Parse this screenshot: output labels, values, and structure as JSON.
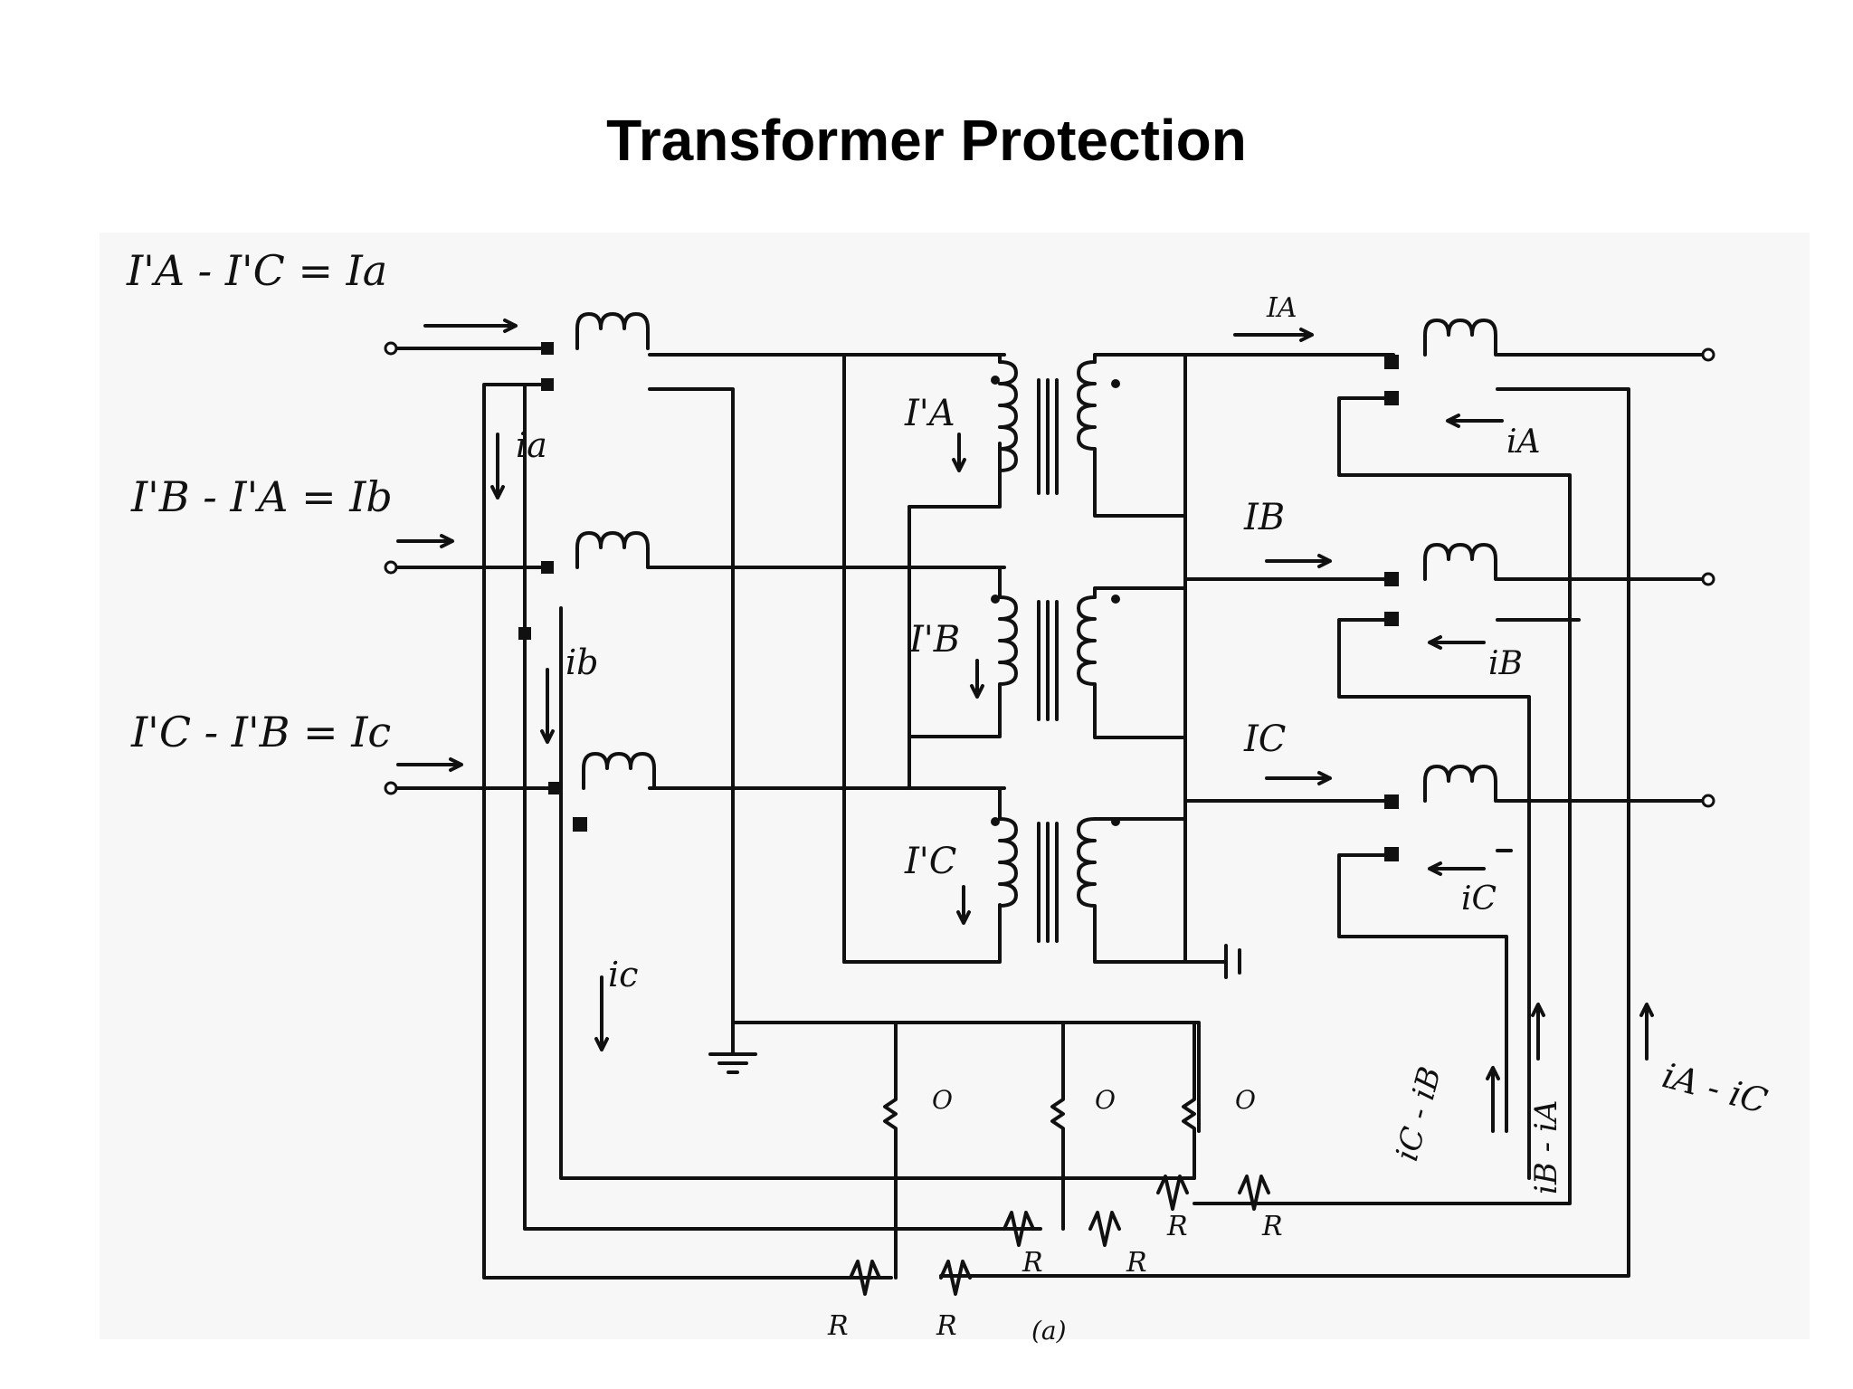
{
  "slide": {
    "title": "Transformer Protection"
  },
  "labels": {
    "eq_a": "I'A - I'C = Ia",
    "eq_b": "I'B - I'A = Ib",
    "eq_c": "I'C - I'B = Ic",
    "i_a": "ia",
    "i_b": "ib",
    "i_c": "ic",
    "IA_prime": "I'A",
    "IB_prime": "I'B",
    "IC_prime": "I'C",
    "IA_right": "IA",
    "IB_right": "IB",
    "IC_right": "IC",
    "iA_right": "iA",
    "iB_right": "iB",
    "iC_right": "iC",
    "iC_minus_iB": "iC - iB",
    "iB_minus_iA": "iB - iA",
    "iA_minus_iC": "iA - iC",
    "R": "R",
    "O": "O",
    "caption": "(a)"
  }
}
